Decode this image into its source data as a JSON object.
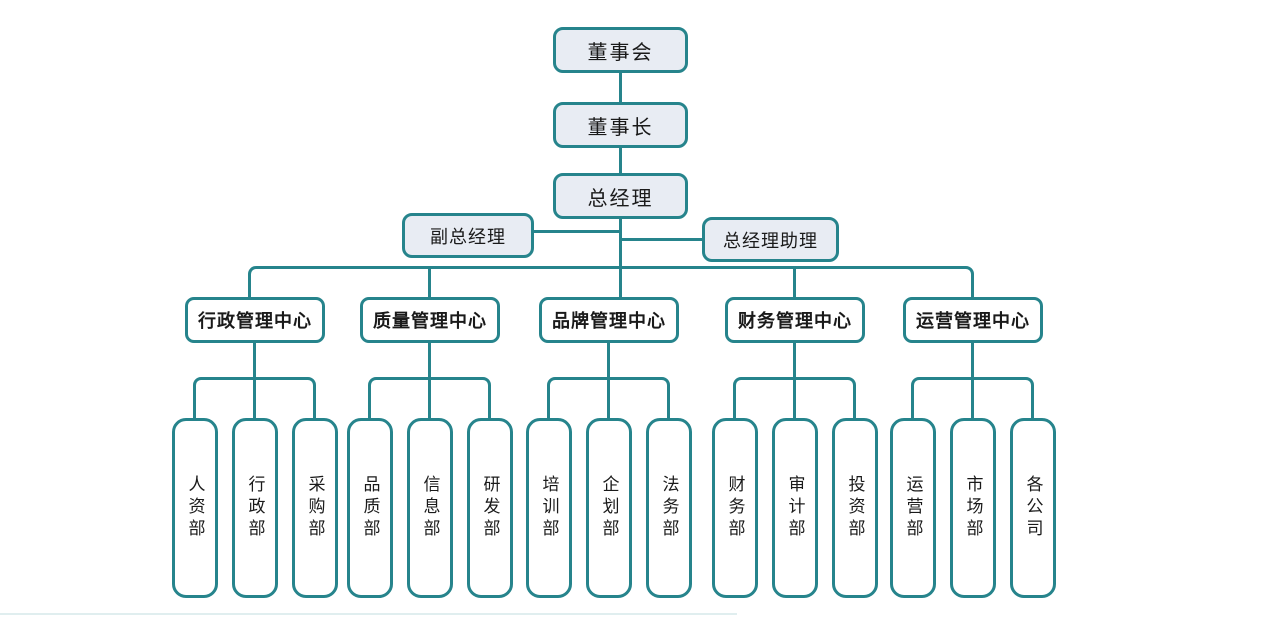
{
  "org_chart": {
    "top_chain": [
      {
        "label": "董事会"
      },
      {
        "label": "董事长"
      },
      {
        "label": "总经理"
      }
    ],
    "deputy_gm": {
      "label": "副总经理"
    },
    "gm_assistant": {
      "label": "总经理助理"
    },
    "centers": [
      {
        "label": "行政管理中心",
        "departments": [
          "人资部",
          "行政部",
          "采购部"
        ]
      },
      {
        "label": "质量管理中心",
        "departments": [
          "品质部",
          "信息部",
          "研发部"
        ]
      },
      {
        "label": "品牌管理中心",
        "departments": [
          "培训部",
          "企划部",
          "法务部"
        ]
      },
      {
        "label": "财务管理中心",
        "departments": [
          "财务部",
          "审计部",
          "投资部"
        ]
      },
      {
        "label": "运营管理中心",
        "departments": [
          "运营部",
          "市场部",
          "各公司"
        ]
      }
    ],
    "colors": {
      "line_teal": "#26848c",
      "top_node_fill": "#e8ecf3",
      "node_fill": "#ffffff",
      "text": "#1a1a1a"
    }
  }
}
